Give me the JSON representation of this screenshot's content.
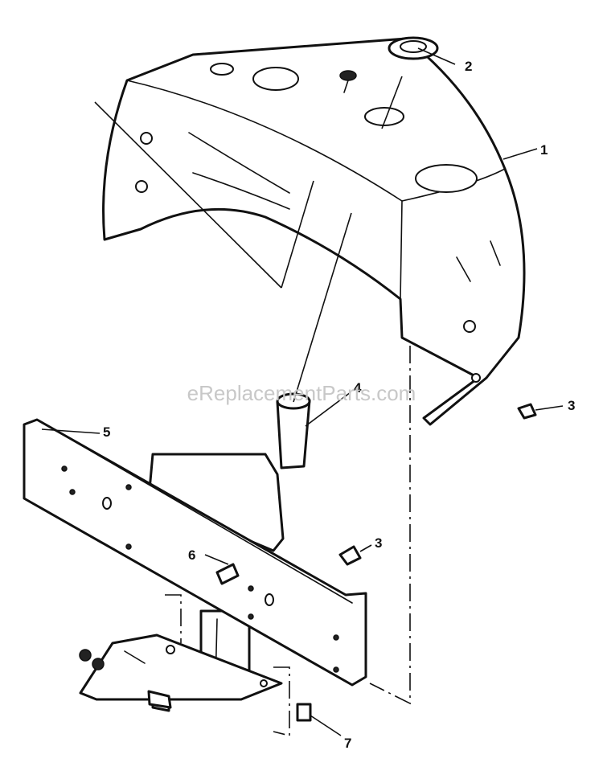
{
  "watermark": "eReplacementParts.com",
  "callouts": {
    "c1": "1",
    "c2": "2",
    "c3a": "3",
    "c3b": "3",
    "c4": "4",
    "c5": "5",
    "c6": "6",
    "c7": "7"
  },
  "icons": [
    "hood-part",
    "grommet-part",
    "bolt-part",
    "steering-support-part",
    "bracket-plate-part",
    "mounting-base-part"
  ]
}
